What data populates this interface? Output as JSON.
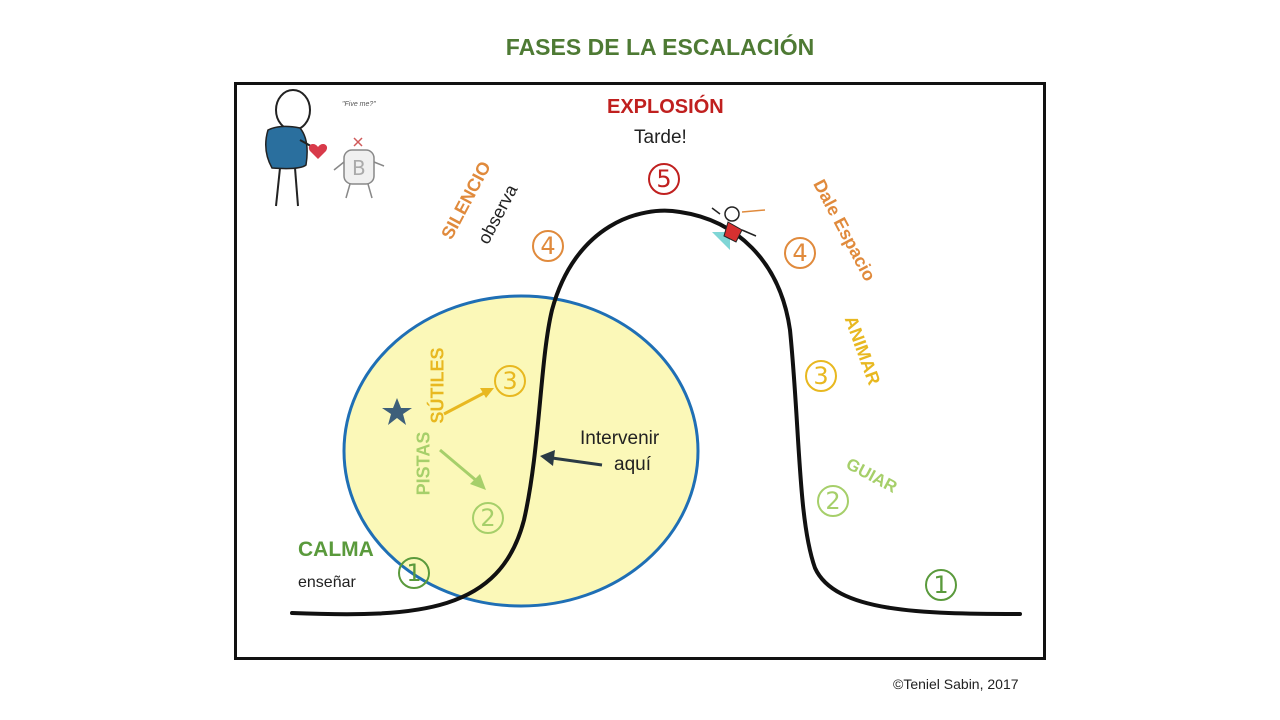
{
  "title": "FASES DE LA ESCALACIÓN",
  "credit": "©Teniel Sabin, 2017",
  "speech_note": "\"Five me?\"",
  "phases": {
    "explosion": {
      "title": "EXPLOSIÓN",
      "subtitle": "Tarde!",
      "number": "5"
    },
    "silencio": {
      "title": "SILENCIO",
      "subtitle": "observa",
      "number": "4"
    },
    "dale_espacio": {
      "title": "Dale Espacio",
      "number": "4"
    },
    "pistas_sutiles": {
      "title1": "PISTAS",
      "title2": "SÚTILES",
      "number": "3"
    },
    "animar": {
      "title": "ANIMAR",
      "number": "3"
    },
    "left_two": {
      "number": "2"
    },
    "guiar": {
      "title": "GUIAR",
      "number": "2"
    },
    "calma": {
      "title": "CALMA",
      "subtitle": "enseñar",
      "number": "1"
    },
    "right_one": {
      "number": "1"
    }
  },
  "intervene": {
    "line1": "Intervenir",
    "line2": "aquí"
  },
  "colors": {
    "title": "#4e7a34",
    "explosion": "#c0201f",
    "orange": "#e08a3c",
    "yellow": "#e8b820",
    "light_green": "#a6cf6a",
    "green": "#5a9a3c",
    "circle_fill": "#fbf7b0",
    "circle_stroke": "#1f6fb5",
    "dark_arrow": "#2a3a44",
    "star": "#3d5f7a"
  }
}
